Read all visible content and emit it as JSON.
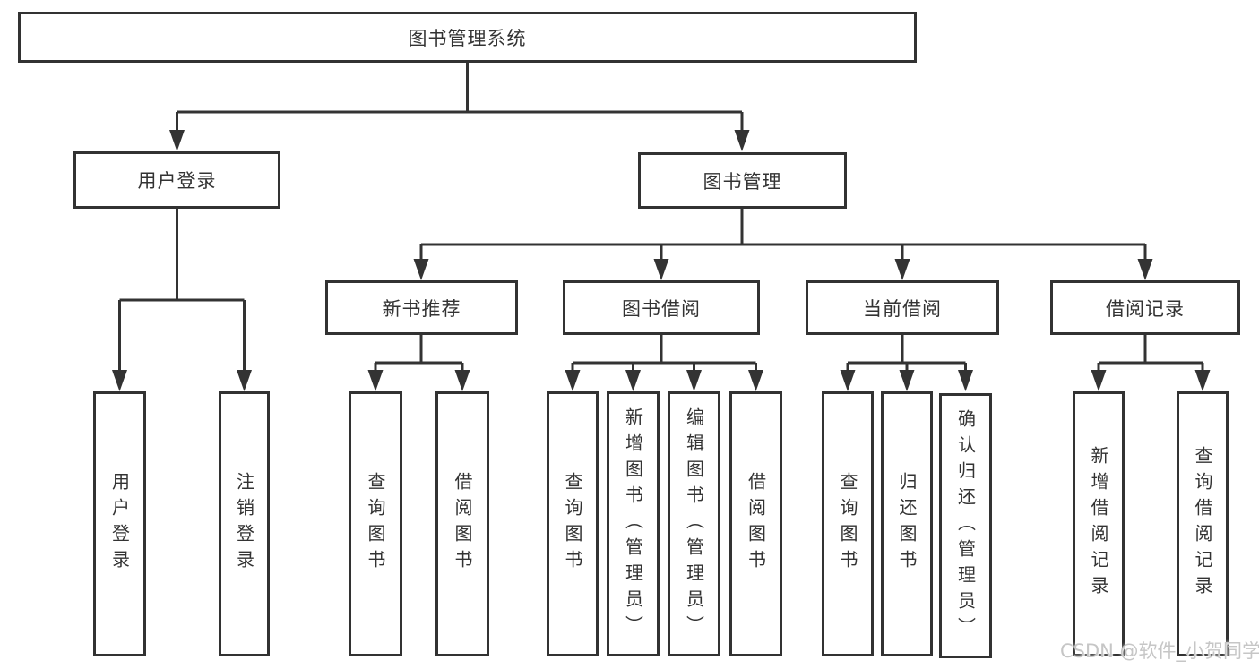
{
  "tree": {
    "root": {
      "label": "图书管理系统"
    },
    "branches": [
      {
        "label": "用户登录",
        "children": [
          {
            "label": "用户登录"
          },
          {
            "label": "注销登录"
          }
        ]
      },
      {
        "label": "图书管理",
        "children": [
          {
            "label": "新书推荐",
            "children": [
              {
                "label": "查询图书"
              },
              {
                "label": "借阅图书"
              }
            ]
          },
          {
            "label": "图书借阅",
            "children": [
              {
                "label": "查询图书"
              },
              {
                "label": "新增图书（管理员）"
              },
              {
                "label": "编辑图书（管理员）"
              },
              {
                "label": "借阅图书"
              }
            ]
          },
          {
            "label": "当前借阅",
            "children": [
              {
                "label": "查询图书"
              },
              {
                "label": "归还图书"
              },
              {
                "label": "确认归还（管理员）"
              }
            ]
          },
          {
            "label": "借阅记录",
            "children": [
              {
                "label": "新增借阅记录"
              },
              {
                "label": "查询借阅记录"
              }
            ]
          }
        ]
      }
    ]
  },
  "watermark": {
    "text": "CSDN @软件_小贺同学"
  },
  "colors": {
    "line": "#333333",
    "box_border": "#323232",
    "box_background": "#ffffff",
    "text": "#333333",
    "watermark": "#c6c6c6"
  }
}
